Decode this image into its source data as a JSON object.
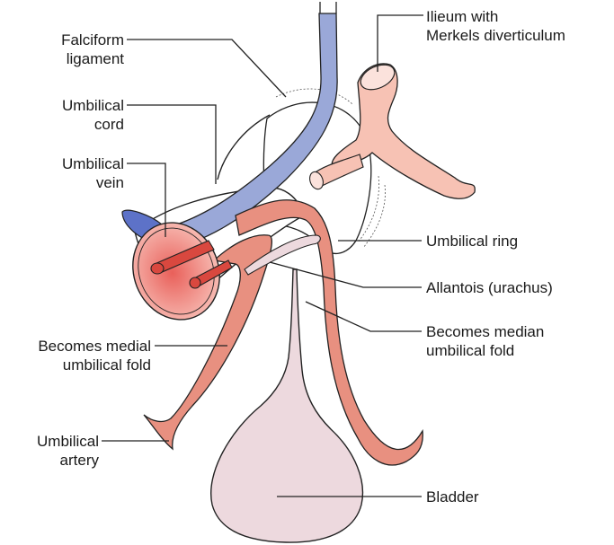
{
  "labels": {
    "falciform": [
      "Falciform",
      "ligament"
    ],
    "umbilical_cord": [
      "Umbilical",
      "cord"
    ],
    "umbilical_vein": [
      "Umbilical",
      "vein"
    ],
    "ileum": [
      "Ilieum with",
      "Merkels diverticulum"
    ],
    "umbilical_ring": [
      "Umbilical ring"
    ],
    "allantois": [
      "Allantois (urachus)"
    ],
    "median_fold": [
      "Becomes median",
      "umbilical fold"
    ],
    "medial_fold": [
      "Becomes medial",
      "umbilical fold"
    ],
    "umbilical_artery": [
      "Umbilical",
      "artery"
    ],
    "bladder": [
      "Bladder"
    ]
  },
  "colors": {
    "vein": "#9aa8d8",
    "vein_cut": "#5d72c8",
    "artery": "#e89080",
    "artery_cut": "#d9483f",
    "bowel": "#f7c2b4",
    "bladder": "#edd9de",
    "outline": "#222222"
  }
}
